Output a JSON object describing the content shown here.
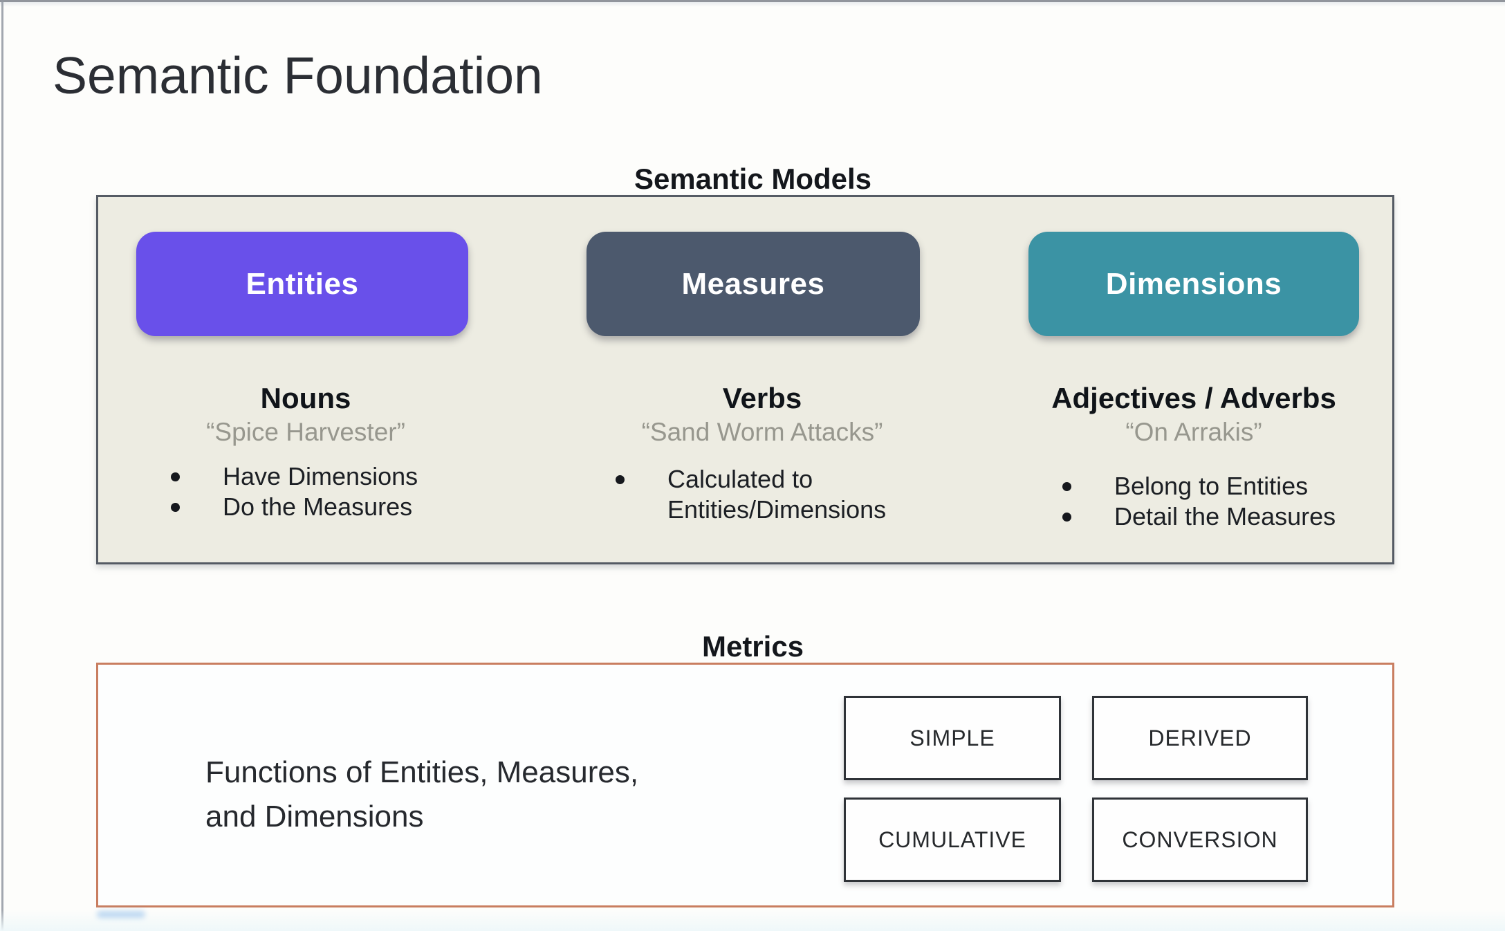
{
  "slide": {
    "title": "Semantic Foundation"
  },
  "semantic_models": {
    "heading": "Semantic Models",
    "panel_bg": "#edece2",
    "panel_border": "#555b64",
    "columns": [
      {
        "pill": "Entities",
        "pill_color": "#6950ea",
        "subtitle": "Nouns",
        "quote": "“Spice Harvester”",
        "bullets": [
          "Have Dimensions",
          "Do the Measures"
        ]
      },
      {
        "pill": "Measures",
        "pill_color": "#4c596d",
        "subtitle": "Verbs",
        "quote": "“Sand Worm Attacks”",
        "bullets": [
          "Calculated to\nEntities/Dimensions"
        ]
      },
      {
        "pill": "Dimensions",
        "pill_color": "#3b93a4",
        "subtitle": "Adjectives / Adverbs",
        "quote": "“On Arrakis”",
        "bullets": [
          "Belong to Entities",
          "Detail the Measures"
        ]
      }
    ]
  },
  "metrics": {
    "heading": "Metrics",
    "description": "Functions of Entities, Measures,\nand Dimensions",
    "panel_border_color": "#c97e60",
    "types": [
      "SIMPLE",
      "DERIVED",
      "CUMULATIVE",
      "CONVERSION"
    ]
  },
  "colors": {
    "title_text": "#2b2e34",
    "heading_text": "#14171c",
    "quote_text": "#97978e",
    "bullet_text": "#1c1f24",
    "entities_purple": "#6950ea",
    "measures_slate": "#4c596d",
    "dimensions_teal": "#3b93a4",
    "metrics_orange_border": "#c97e60",
    "models_panel_beige": "#edece2"
  }
}
